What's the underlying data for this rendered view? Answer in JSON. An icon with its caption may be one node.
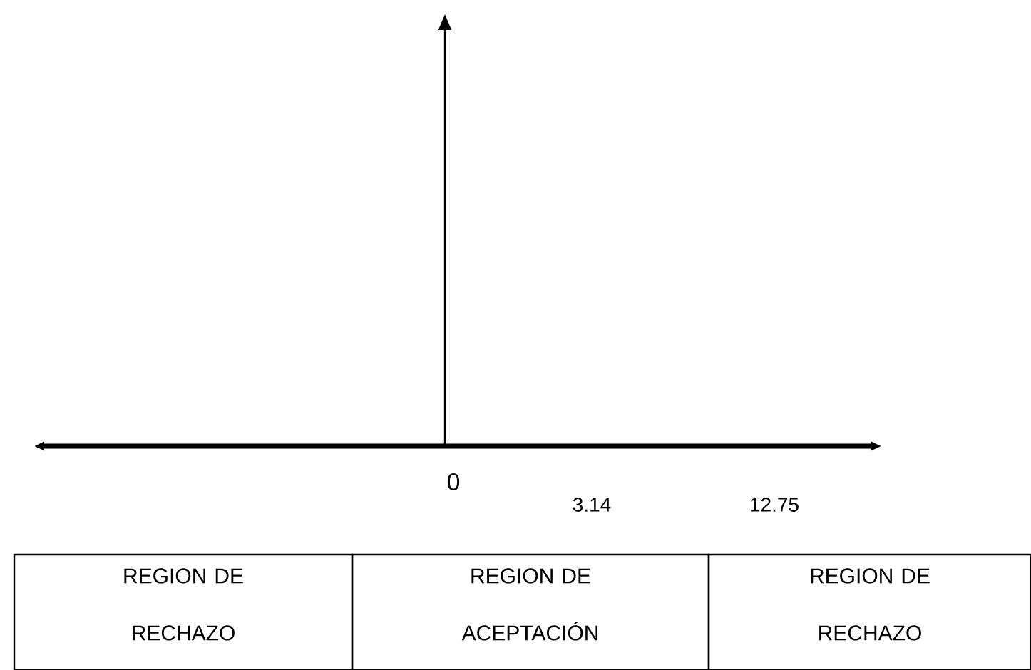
{
  "diagram": {
    "labels": [
      "0",
      "3.14",
      "12.75",
      "REGION DE RECHAZO",
      "REGION DE ACEPTACIÓN",
      "REGION DE RECHAZO"
    ]
  }
}
